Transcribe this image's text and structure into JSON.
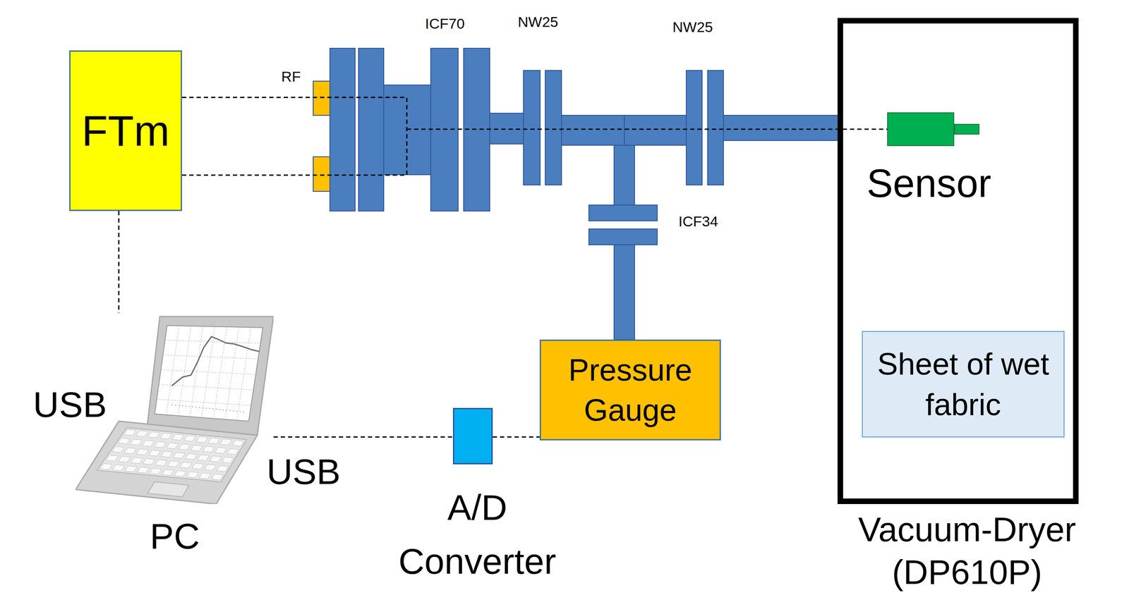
{
  "diagram": {
    "nodes": [
      {
        "text": [
          "FTm"
        ]
      },
      {
        "text": [
          "Vacuum-Dryer (DP610P)"
        ]
      },
      {
        "text": [
          "Sensor"
        ],
        "in": 1
      },
      {
        "text": [
          "Pressure Gauge"
        ]
      },
      {
        "text": [
          "Sheet of wet fabric"
        ],
        "in": 1
      },
      {
        "text": [
          "PC"
        ]
      },
      {
        "text": [
          "A/D Converter"
        ]
      }
    ],
    "edges": [
      {
        "from": 0,
        "to": 5,
        "label": "USB",
        "arrow": "none"
      },
      {
        "from": 5,
        "to": 6,
        "label": "USB",
        "arrow": "none"
      },
      {
        "from": 6,
        "to": 3,
        "arrow": "none"
      },
      {
        "from": 0,
        "to": 2,
        "arrow": "none"
      }
    ],
    "labels": [
      "RF",
      "ICF70",
      "NW25",
      "NW25",
      "ICF34"
    ]
  }
}
